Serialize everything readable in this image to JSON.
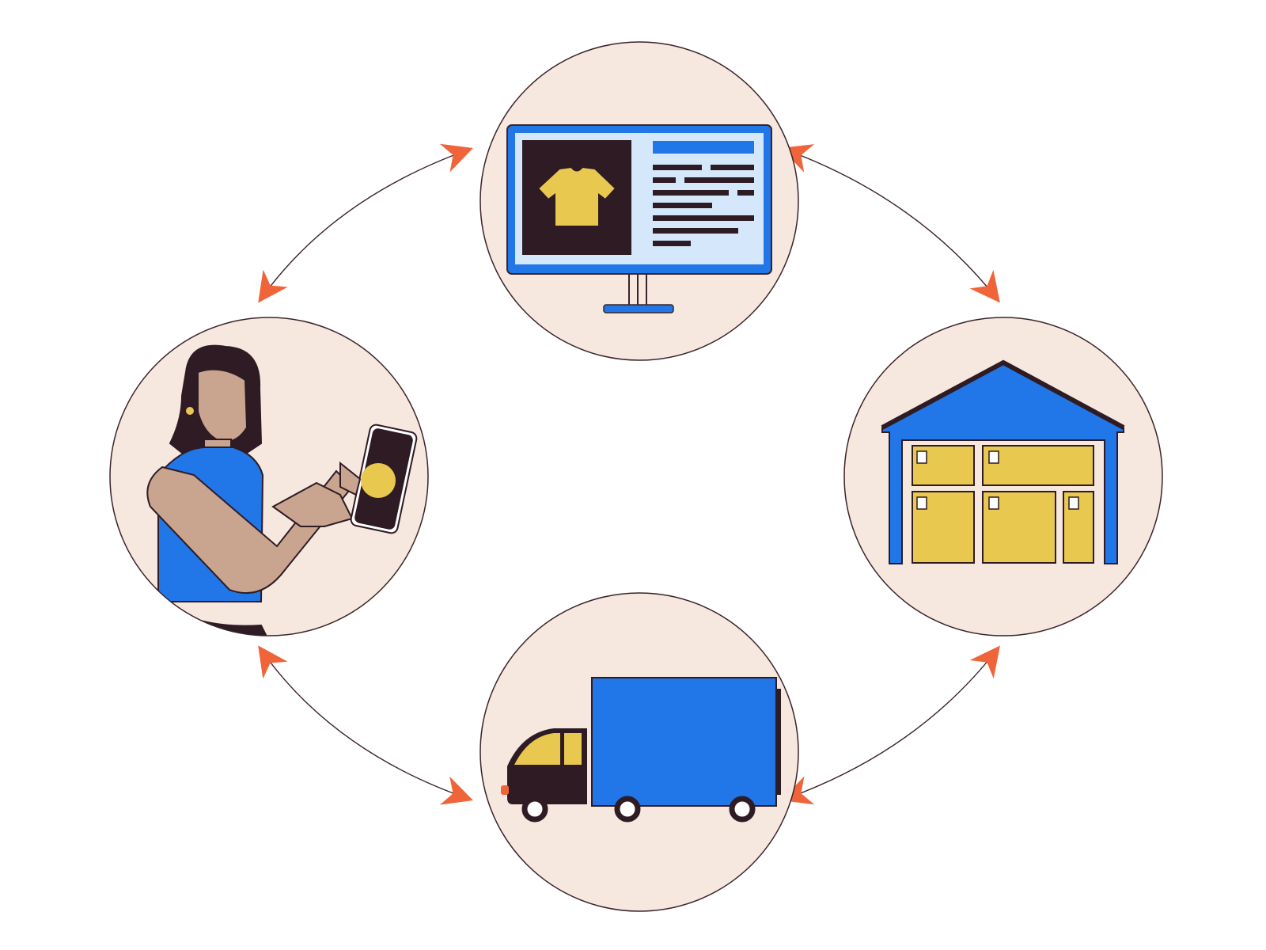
{
  "colors": {
    "background": "#ffffff",
    "circle_fill": "#f6e8df",
    "outline": "#3a2329",
    "accent_blue": "#2176e8",
    "accent_yellow": "#e8c84f",
    "dark": "#2e1b24",
    "arrow": "#f0643a",
    "screen_light": "#d5e8fb",
    "skin": "#c9a48f"
  },
  "nodes": [
    {
      "id": "online-store",
      "icon": "monitor-with-tshirt-product-icon"
    },
    {
      "id": "warehouse",
      "icon": "warehouse-with-boxes-icon"
    },
    {
      "id": "delivery",
      "icon": "delivery-truck-icon"
    },
    {
      "id": "customer",
      "icon": "woman-with-smartphone-icon"
    }
  ],
  "connections": [
    {
      "from": "online-store",
      "to": "warehouse",
      "direction": "bidirectional"
    },
    {
      "from": "warehouse",
      "to": "delivery",
      "direction": "bidirectional"
    },
    {
      "from": "delivery",
      "to": "customer",
      "direction": "bidirectional"
    },
    {
      "from": "customer",
      "to": "online-store",
      "direction": "bidirectional"
    }
  ]
}
